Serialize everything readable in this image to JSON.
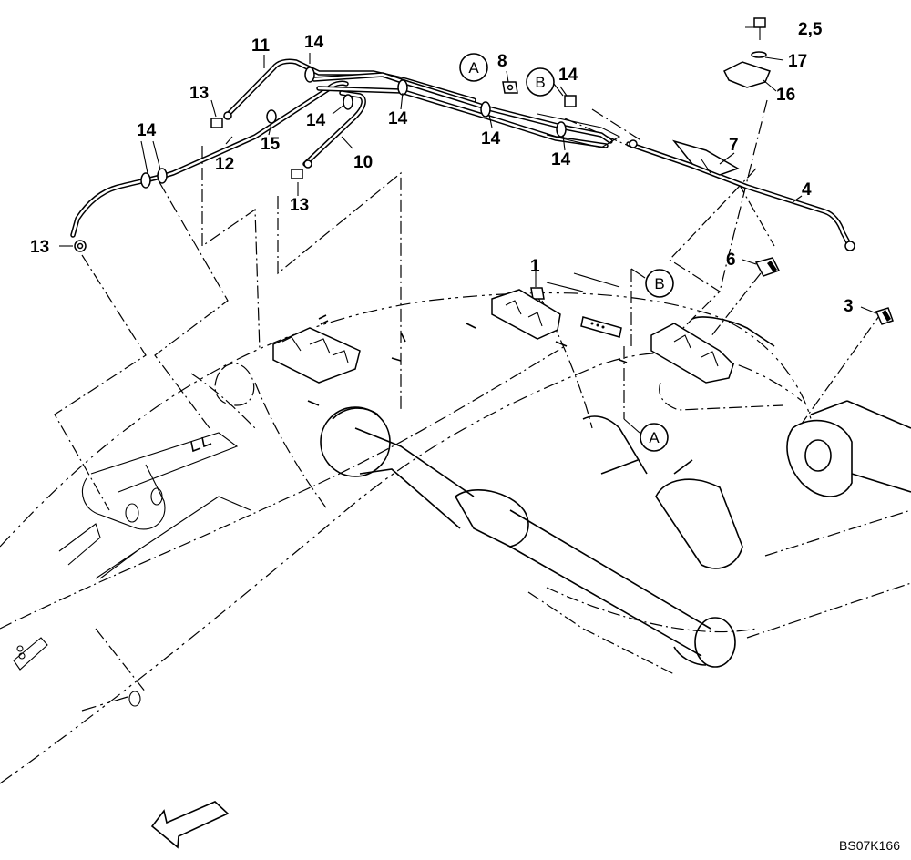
{
  "callouts": [
    {
      "id": "c1",
      "text": "1"
    },
    {
      "id": "c3",
      "text": "3"
    },
    {
      "id": "c4",
      "text": "4"
    },
    {
      "id": "c6",
      "text": "6"
    },
    {
      "id": "c7",
      "text": "7"
    },
    {
      "id": "c8",
      "text": "8"
    },
    {
      "id": "c10",
      "text": "10"
    },
    {
      "id": "c11",
      "text": "11"
    },
    {
      "id": "c12",
      "text": "12"
    },
    {
      "id": "c13a",
      "text": "13"
    },
    {
      "id": "c13b",
      "text": "13"
    },
    {
      "id": "c13c",
      "text": "13"
    },
    {
      "id": "c14a",
      "text": "14"
    },
    {
      "id": "c14b",
      "text": "14"
    },
    {
      "id": "c14c",
      "text": "14"
    },
    {
      "id": "c14d",
      "text": "14"
    },
    {
      "id": "c14e",
      "text": "14"
    },
    {
      "id": "c14f",
      "text": "14"
    },
    {
      "id": "c14g",
      "text": "14"
    },
    {
      "id": "c15",
      "text": "15"
    },
    {
      "id": "c16",
      "text": "16"
    },
    {
      "id": "c17",
      "text": "17"
    },
    {
      "id": "c25",
      "text": "2,5"
    }
  ],
  "refs": {
    "a_top": "A",
    "b_top": "B",
    "b_mid": "B",
    "a_mid": "A"
  },
  "drawing_code": "BS07K166"
}
